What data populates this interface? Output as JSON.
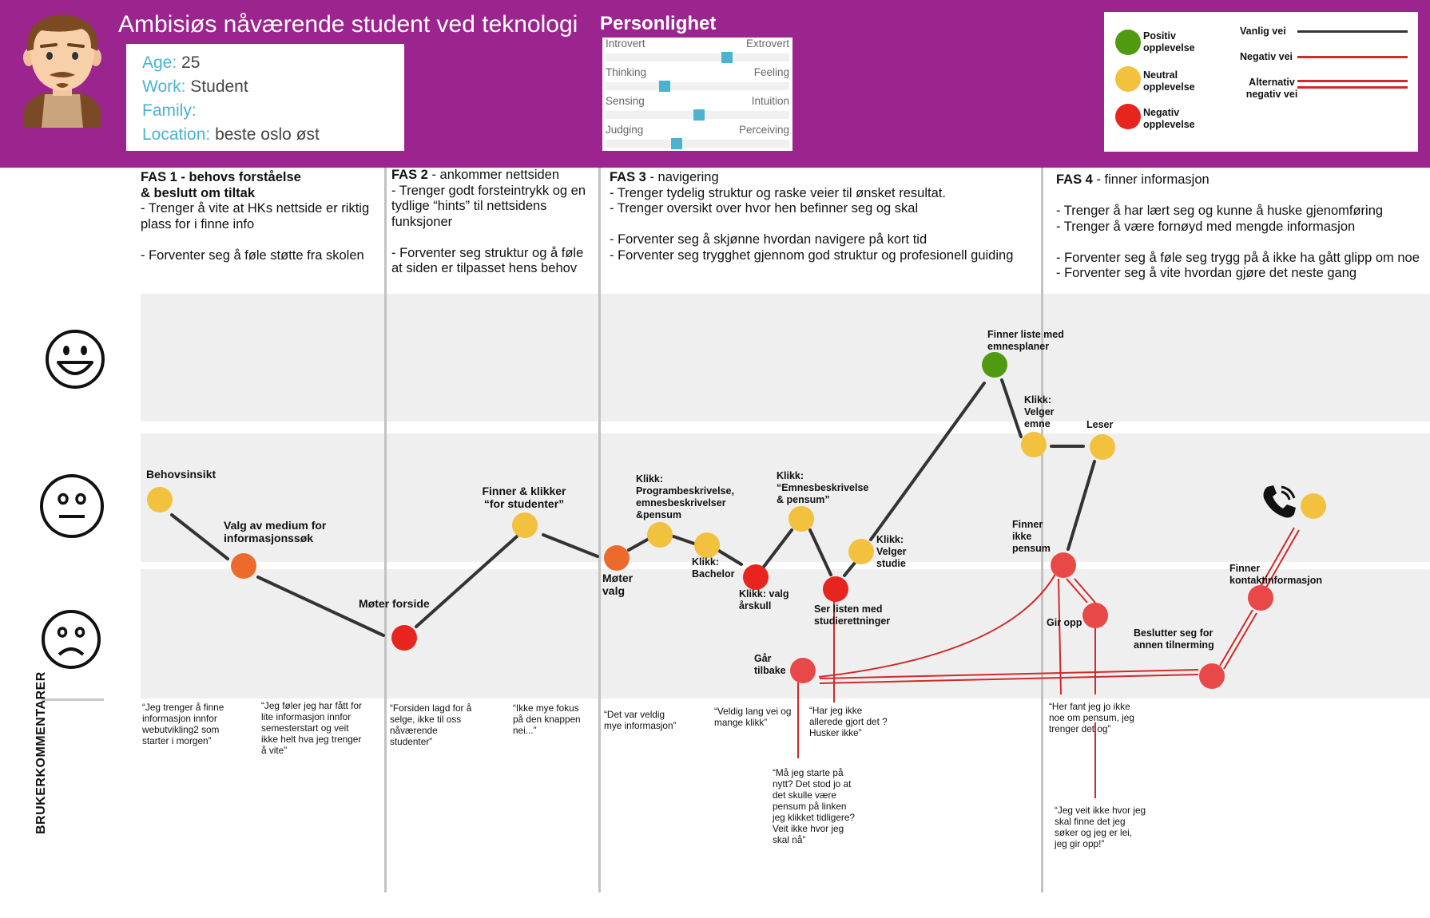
{
  "persona": {
    "title": "Ambisiøs nåværende student ved teknologi",
    "age_label": "Age:",
    "age_value": "25",
    "work_label": "Work:",
    "work_value": "Student",
    "family_label": "Family:",
    "family_value": "",
    "location_label": "Location:",
    "location_value": "beste oslo øst"
  },
  "personality": {
    "title": "Personlighet",
    "scales": [
      {
        "left": "Introvert",
        "right": "Extrovert",
        "value": 0.67
      },
      {
        "left": "Thinking",
        "right": "Feeling",
        "value": 0.31
      },
      {
        "left": "Sensing",
        "right": "Intuition",
        "value": 0.51
      },
      {
        "left": "Judging",
        "right": "Perceiving",
        "value": 0.38
      }
    ]
  },
  "legend": {
    "positive": "Positiv opplevelse",
    "neutral": "Neutral opplevelse",
    "negative": "Negativ opplevelse",
    "normal_path": "Vanlig vei",
    "negative_path": "Negativ vei",
    "alt_negative_path": "Alternativ negativ vei"
  },
  "colors": {
    "header": "#9b248f",
    "positive": "#4f9a11",
    "neutral": "#f2c13d",
    "orange": "#ec6b2c",
    "negative": "#e8241e",
    "negative_alt": "#e94848",
    "accent": "#4bb3cf",
    "path": "#333333",
    "negative_path": "#d02a2a"
  },
  "phases": [
    {
      "title_bold": "FAS 1 - behovs forståelse",
      "title_bold2": "& beslutt om tiltak",
      "lines": [
        "- Trenger å vite at HKs nettside er riktig",
        "plass for i finne info",
        "",
        "- Forventer seg å føle støtte fra skolen"
      ]
    },
    {
      "title_bold": "FAS 2",
      "title_rest": " - ankommer nettsiden",
      "lines": [
        "- Trenger godt forsteintrykk og en",
        "tydlige “hints” til nettsidens",
        "funksjoner",
        "",
        "- Forventer seg struktur og å føle",
        "at siden er tilpasset hens behov"
      ]
    },
    {
      "title_bold": "FAS 3",
      "title_rest": " - navigering",
      "lines": [
        "- Trenger tydelig struktur og raske veier til ønsket resultat.",
        "- Trenger oversikt over hvor hen befinner seg og skal",
        "",
        "- Forventer seg å skjønne hvordan navigere på kort tid",
        "- Forventer seg trygghet gjennom god struktur og profesionell guiding"
      ]
    },
    {
      "title_bold": "FAS 4",
      "title_rest": " - finner informasjon",
      "lines": [
        "",
        "- Trenger å har lært seg og kunne å huske gjenomføring",
        "- Trenger å være fornøyd med mengde informasjon",
        "",
        "- Forventer seg å føle seg trygg på å ikke ha gått glipp om noe",
        "- Forventer seg å vite hvordan gjøre det neste gang"
      ]
    }
  ],
  "nodes": [
    {
      "label": "Behovsinsikt",
      "kind": "neutral"
    },
    {
      "label": "Valg av medium for informasjonssøk",
      "kind": "orange"
    },
    {
      "label": "Møter forside",
      "kind": "negative"
    },
    {
      "label": "Finner & klikker “for studenter”",
      "kind": "neutral"
    },
    {
      "label": "Møter valg",
      "kind": "orange"
    },
    {
      "label": "Klikk: Programbeskrivelse, emnesbeskrivelser &pensum",
      "kind": "neutral"
    },
    {
      "label": "Klikk: Bachelor",
      "kind": "neutral"
    },
    {
      "label": "Klikk: valg årskull",
      "kind": "negative"
    },
    {
      "label": "Klikk: “Emnesbeskrivelse & pensum”",
      "kind": "neutral"
    },
    {
      "label": "Ser listen med studierettninger",
      "kind": "negative"
    },
    {
      "label": "Klikk: Velger studie",
      "kind": "neutral"
    },
    {
      "label": "Finner liste med emnesplaner",
      "kind": "positive"
    },
    {
      "label": "Klikk: Velger emne",
      "kind": "neutral"
    },
    {
      "label": "Leser",
      "kind": "neutral"
    },
    {
      "label": "Finner ikke pensum",
      "kind": "negative_alt"
    },
    {
      "label": "Gir opp",
      "kind": "negative_alt"
    },
    {
      "label": "Går tilbake",
      "kind": "negative_alt"
    },
    {
      "label": "Beslutter seg for annen tilnerming",
      "kind": "negative_alt"
    },
    {
      "label": "Finner kontaktinformasjon",
      "kind": "negative_alt"
    },
    {
      "label": "",
      "kind": "neutral"
    }
  ],
  "comments": [
    "“Jeg trenger å finne informasjon innfor webutvikling2 som starter i morgen”",
    "“Jeg føler jeg har fått for lite informasjon innfor semesterstart og veit ikke helt hva jeg trenger å vite”",
    "“Forsiden lagd for å selge, ikke til oss nåværende studenter”",
    "“Ikke mye fokus på den knappen nei...”",
    "“Det var veldig mye informasjon”",
    "“Veldig lang vei og mange klikk”",
    "“Har jeg ikke allerede gjort det ? Husker ikke”",
    "“Må jeg starte på nytt? Det stod jo at det skulle være pensum på linken jeg klikket tidligere? Veit ikke hvor jeg skal nå”",
    "“Her fant jeg jo ikke noe om pensum, jeg trenger det og”",
    "“Jeg veit ikke hvor jeg skal finne det jeg søker og jeg er lei, jeg gir opp!”"
  ],
  "side_label": "BRUKERKOMMENTARER"
}
